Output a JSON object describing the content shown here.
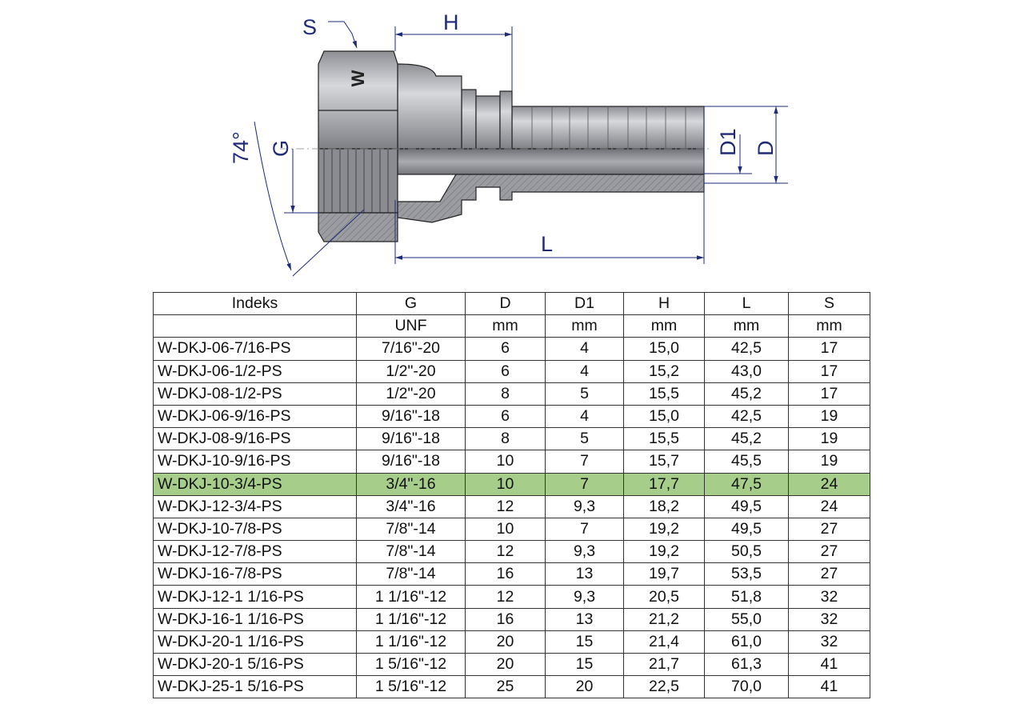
{
  "drawing": {
    "labels": {
      "S": "S",
      "H": "H",
      "G": "G",
      "angle": "74°",
      "D1": "D1",
      "D": "D",
      "L": "L"
    },
    "logo_text": "W",
    "dimension_color": "#1f2a78"
  },
  "table": {
    "headers": [
      "Indeks",
      "G",
      "D",
      "D1",
      "H",
      "L",
      "S"
    ],
    "units": [
      "",
      "UNF",
      "mm",
      "mm",
      "mm",
      "mm",
      "mm"
    ],
    "highlight_color": "#a6cd8a",
    "highlighted_row": 6,
    "rows": [
      [
        "W-DKJ-06-7/16-PS",
        "7/16\"-20",
        "6",
        "4",
        "15,0",
        "42,5",
        "17"
      ],
      [
        "W-DKJ-06-1/2-PS",
        "1/2\"-20",
        "6",
        "4",
        "15,2",
        "43,0",
        "17"
      ],
      [
        "W-DKJ-08-1/2-PS",
        "1/2\"-20",
        "8",
        "5",
        "15,5",
        "45,2",
        "17"
      ],
      [
        "W-DKJ-06-9/16-PS",
        "9/16\"-18",
        "6",
        "4",
        "15,0",
        "42,5",
        "19"
      ],
      [
        "W-DKJ-08-9/16-PS",
        "9/16\"-18",
        "8",
        "5",
        "15,5",
        "45,2",
        "19"
      ],
      [
        "W-DKJ-10-9/16-PS",
        "9/16\"-18",
        "10",
        "7",
        "15,7",
        "45,5",
        "19"
      ],
      [
        "W-DKJ-10-3/4-PS",
        "3/4\"-16",
        "10",
        "7",
        "17,7",
        "47,5",
        "24"
      ],
      [
        "W-DKJ-12-3/4-PS",
        "3/4\"-16",
        "12",
        "9,3",
        "18,2",
        "49,5",
        "24"
      ],
      [
        "W-DKJ-10-7/8-PS",
        "7/8\"-14",
        "10",
        "7",
        "19,2",
        "49,5",
        "27"
      ],
      [
        "W-DKJ-12-7/8-PS",
        "7/8\"-14",
        "12",
        "9,3",
        "19,2",
        "50,5",
        "27"
      ],
      [
        "W-DKJ-16-7/8-PS",
        "7/8\"-14",
        "16",
        "13",
        "19,7",
        "53,5",
        "27"
      ],
      [
        "W-DKJ-12-1 1/16-PS",
        "1 1/16\"-12",
        "12",
        "9,3",
        "20,5",
        "51,8",
        "32"
      ],
      [
        "W-DKJ-16-1 1/16-PS",
        "1 1/16\"-12",
        "16",
        "13",
        "21,2",
        "55,0",
        "32"
      ],
      [
        "W-DKJ-20-1 1/16-PS",
        "1 1/16\"-12",
        "20",
        "15",
        "21,4",
        "61,0",
        "32"
      ],
      [
        "W-DKJ-20-1 5/16-PS",
        "1 5/16\"-12",
        "20",
        "15",
        "21,7",
        "61,3",
        "41"
      ],
      [
        "W-DKJ-25-1 5/16-PS",
        "1 5/16\"-12",
        "25",
        "20",
        "22,5",
        "70,0",
        "41"
      ]
    ]
  }
}
